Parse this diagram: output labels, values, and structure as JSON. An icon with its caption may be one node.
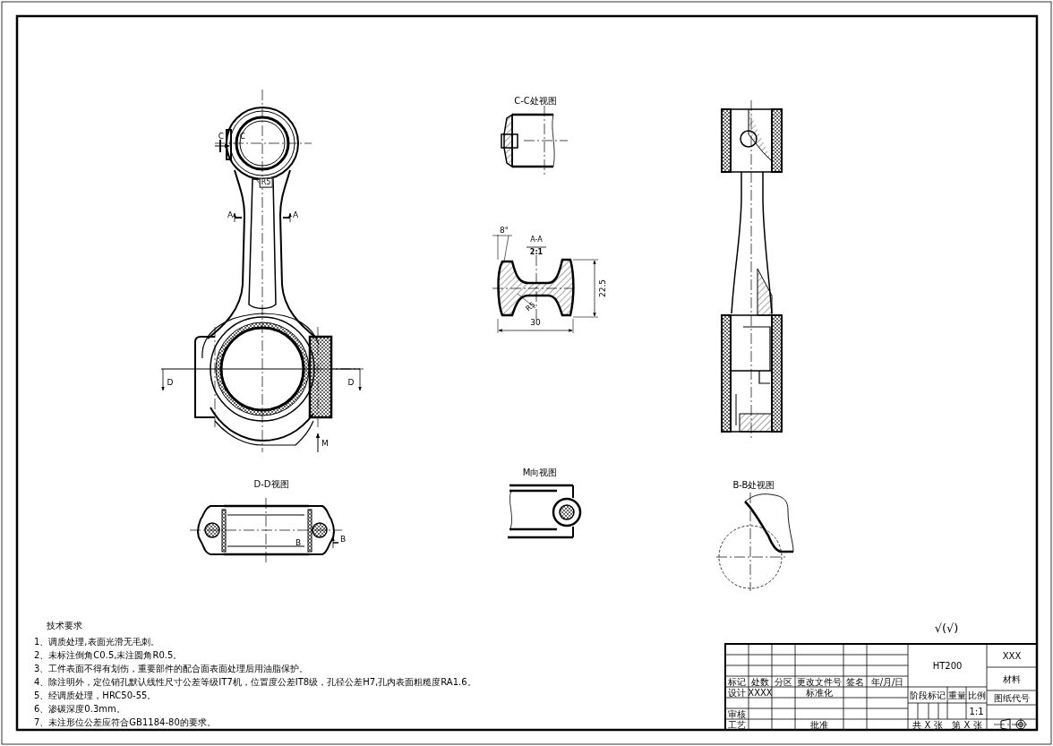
{
  "diagram": {
    "labels": [
      "C",
      "C",
      "R5",
      "A",
      "A",
      "C-C处视图",
      "8°",
      "A-A",
      "2:1",
      "22.5",
      "R5",
      "30",
      "D",
      "D",
      "M",
      "D-D视图",
      "B",
      "B",
      "M向视图",
      "B-B处视图",
      "技术要求",
      "√(√)",
      "1、调质处理,表面光滑无毛刺。",
      "2、未标注倒角C0.5,未注圆角R0.5。",
      "3、工件表面不得有划伤，重要部件的配合面表面处理后用油脂保护。",
      "4、除注明外，定位销孔默认线性尺寸公差等级IT7机，位置度公差IT8级，孔径公差H7,孔内表面粗糙度RA1.6。",
      "5、经调质处理，HRC50-55。",
      "6、渗碳深度0.3mm。",
      "7、未注形位公差应符合GB1184-80的要求。",
      "HT200",
      "XXX",
      "标记",
      "处数",
      "分区",
      "更改文件号",
      "签名",
      "年/月/日",
      "材料",
      "设计",
      "XXXX",
      "标准化",
      "阶段标记",
      "重量",
      "比例",
      "1:1",
      "图纸代号",
      "审核",
      "工艺",
      "批准",
      "共 X 张",
      "第 X 张"
    ]
  }
}
